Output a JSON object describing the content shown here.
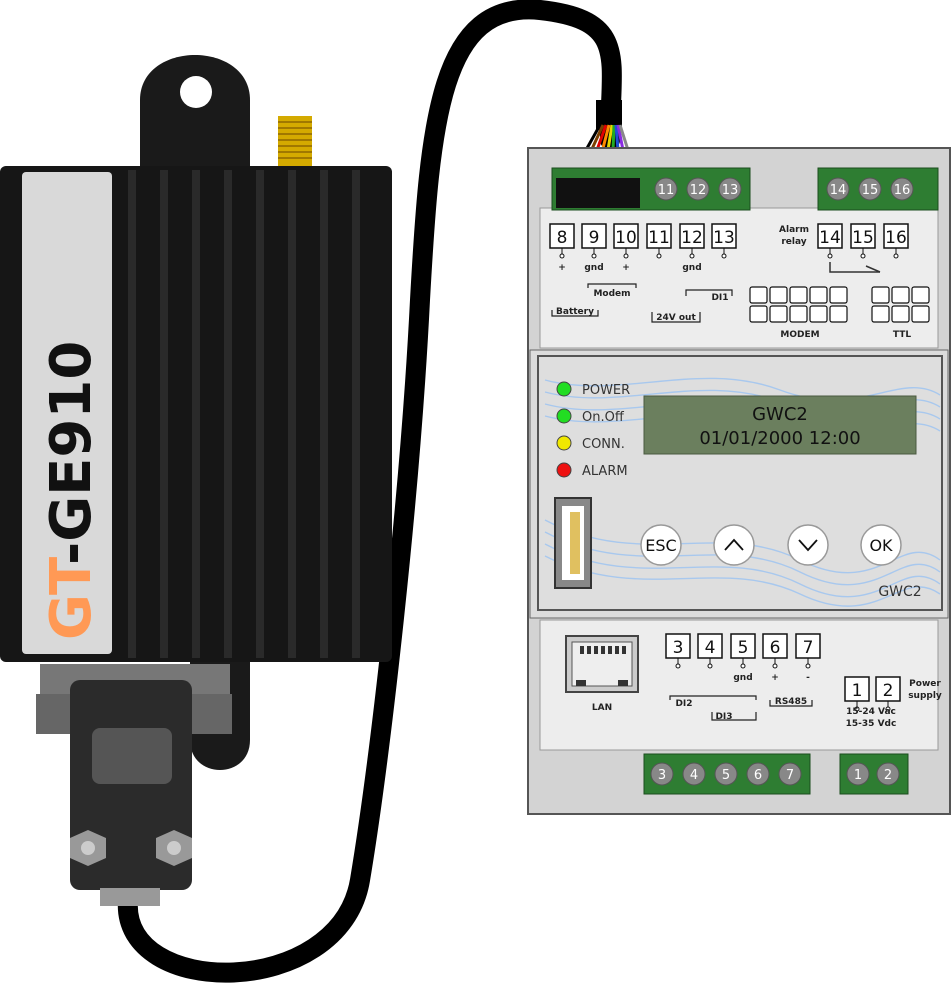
{
  "modem": {
    "brand_gt": "GT",
    "brand_dash": "-",
    "brand_model": "GE910"
  },
  "controller": {
    "top_terminals_green": [
      "11",
      "12",
      "13"
    ],
    "relay_terminals_green": [
      "14",
      "15",
      "16"
    ],
    "upper_terminals": [
      "8",
      "9",
      "10",
      "11",
      "12",
      "13"
    ],
    "upper_signs": [
      "+",
      "gnd",
      "+",
      "",
      "gnd",
      ""
    ],
    "relay_terminals": [
      "14",
      "15",
      "16"
    ],
    "alarm_relay_line1": "Alarm",
    "alarm_relay_line2": "relay",
    "modem_group_label": "Modem",
    "battery_label": "Battery",
    "out24_label": "24V out",
    "di1_label": "DI1",
    "modem_port_label": "MODEM",
    "ttl_port_label": "TTL",
    "leds": [
      {
        "label": "POWER",
        "color": "#22dd22"
      },
      {
        "label": "On.Off",
        "color": "#22dd22"
      },
      {
        "label": "CONN.",
        "color": "#f0e800"
      },
      {
        "label": "ALARM",
        "color": "#ee1111"
      }
    ],
    "display_line1": "GWC2",
    "display_line2": "01/01/2000 12:00",
    "buttons": {
      "esc": "ESC",
      "ok": "OK"
    },
    "panel_name": "GWC2",
    "lan_label": "LAN",
    "lower_terminals": [
      "3",
      "4",
      "5",
      "6",
      "7"
    ],
    "lower_signs": [
      "",
      "",
      "gnd",
      "+",
      "-"
    ],
    "di2_label": "DI2",
    "di3_label": "DI3",
    "rs485_label": "RS485",
    "power_terminals": [
      "1",
      "2"
    ],
    "power_label_line1": "Power",
    "power_label_line2": "supply",
    "power_spec_line1": "15-24 Vac",
    "power_spec_line2": "15-35 Vdc",
    "bottom_terminals_green": [
      "3",
      "4",
      "5",
      "6",
      "7"
    ],
    "bottom_power_green": [
      "1",
      "2"
    ]
  },
  "colors": {
    "modem_body": "#161616",
    "brand_orange": "#ff9955",
    "terminal_green": "#2e7d32",
    "display_bg": "#6b7f5e",
    "housing": "#d3d3d3"
  }
}
